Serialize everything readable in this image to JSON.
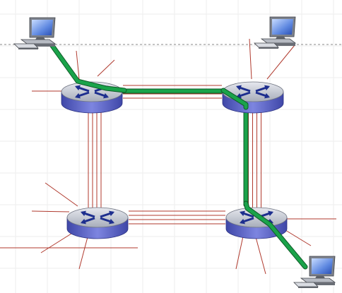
{
  "diagram": {
    "routers": [
      {
        "id": "r-top-left",
        "label": ""
      },
      {
        "id": "r-top-right",
        "label": ""
      },
      {
        "id": "r-bottom-left",
        "label": ""
      },
      {
        "id": "r-bottom-right",
        "label": ""
      }
    ],
    "hosts": [
      {
        "id": "host-top-left",
        "label": ""
      },
      {
        "id": "host-top-right",
        "label": ""
      },
      {
        "id": "host-bottom-right",
        "label": ""
      }
    ],
    "trunks": [
      {
        "from": "r-top-left",
        "to": "r-top-right",
        "circuits": 4
      },
      {
        "from": "r-top-left",
        "to": "r-bottom-left",
        "circuits": 4
      },
      {
        "from": "r-top-right",
        "to": "r-bottom-right",
        "circuits": 4
      },
      {
        "from": "r-bottom-left",
        "to": "r-bottom-right",
        "circuits": 4
      }
    ],
    "highlighted_path": [
      "host-top-left",
      "r-top-left",
      "r-top-right",
      "r-bottom-right",
      "host-bottom-right"
    ],
    "colors": {
      "path": "#1aa34a",
      "path_outline": "#0f5a27",
      "link": "#b03a2e",
      "router_top": "#b9bec9",
      "router_side": "#5f66c4",
      "arrows": "#1d2e8e",
      "grid": "#eeeeee",
      "boundary": "#8a8a8a"
    }
  }
}
